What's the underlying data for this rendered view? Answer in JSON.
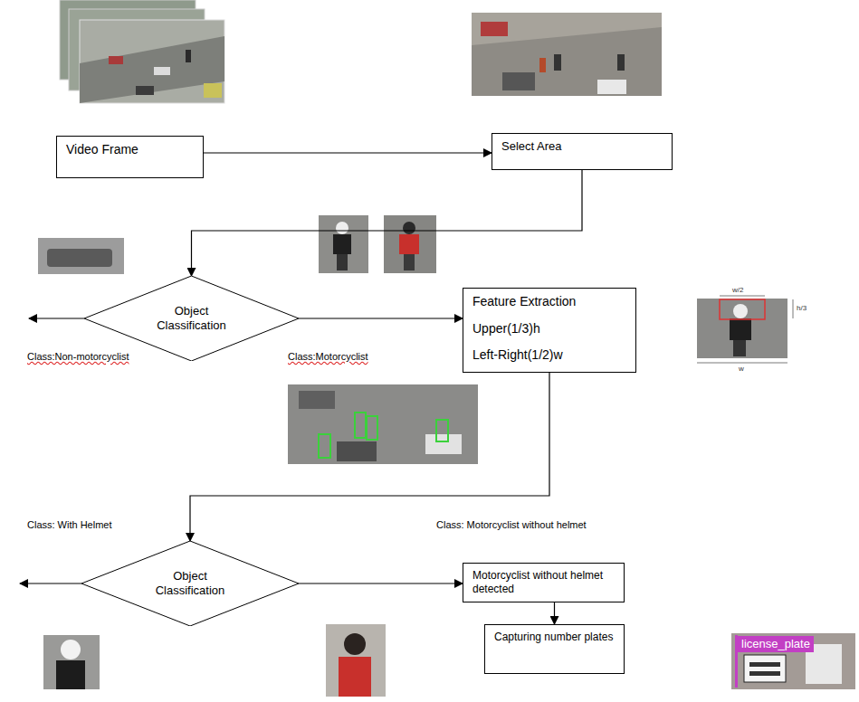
{
  "diagram": {
    "nodes": [
      {
        "text": [
          "Video Frame"
        ]
      },
      {
        "text": [
          "Select Area"
        ]
      },
      {
        "text": [
          "Object Classification"
        ]
      },
      {
        "text": [
          "Feature Extraction",
          "Upper(1/3)h",
          "Left-Right(1/2)w"
        ]
      },
      {
        "text": [
          "Object Classification"
        ]
      },
      {
        "text": [
          "Motorcyclist without helmet detected"
        ]
      },
      {
        "text": [
          "Capturing number plates"
        ]
      }
    ],
    "edges": [
      {
        "from": 0,
        "to": 1,
        "arrow": "to"
      },
      {
        "from": 1,
        "to": 2,
        "arrow": "to"
      },
      {
        "from": 2,
        "to": 3,
        "arrow": "to"
      },
      {
        "from": 3,
        "to": 4,
        "arrow": "to"
      },
      {
        "from": 4,
        "to": 5,
        "arrow": "to"
      },
      {
        "from": 5,
        "to": 6,
        "arrow": "to"
      }
    ],
    "labels": [
      "Class:Non-motorcyclist",
      "Class:Motorcyclist",
      "Class: With Helmet",
      "Class: Motorcyclist without helmet",
      "w/2",
      "h/3",
      "w",
      "license_plate"
    ]
  }
}
